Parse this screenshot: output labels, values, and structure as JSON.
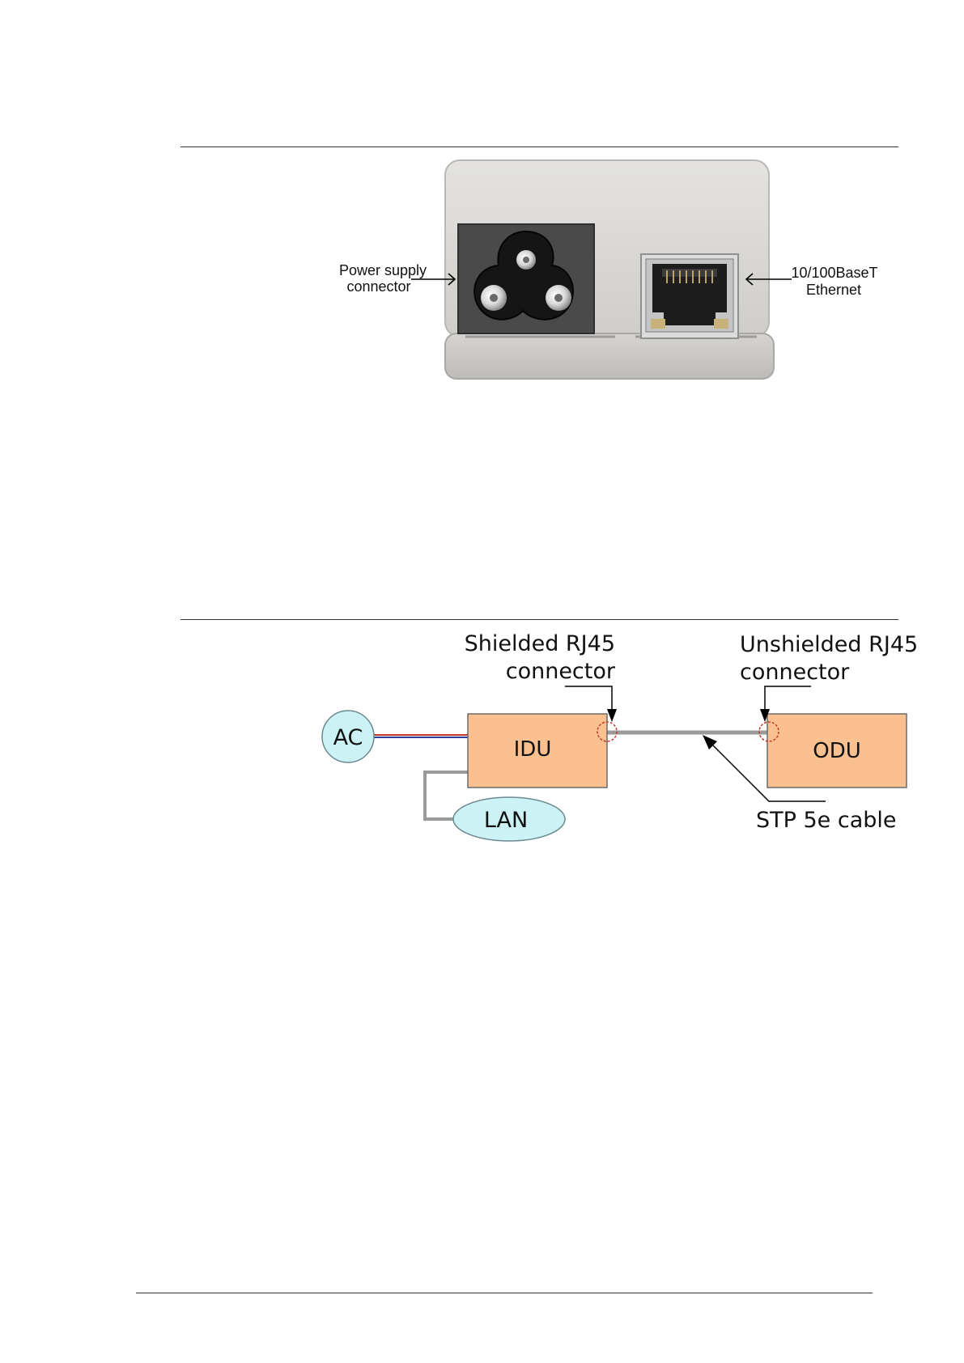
{
  "figure1": {
    "labels": {
      "power_line1": "Power supply",
      "power_line2": "connector",
      "ethernet_line1": "10/100BaseT",
      "ethernet_line2": "Ethernet"
    }
  },
  "figure2": {
    "labels": {
      "shielded_line1": "Shielded RJ45",
      "shielded_line2": "connector",
      "unshielded_line1": "Unshielded RJ45",
      "unshielded_line2": "connector",
      "ac": "AC",
      "idu": "IDU",
      "odu": "ODU",
      "lan": "LAN",
      "cable": "STP 5e cable"
    },
    "colors": {
      "unit_fill": "#fac090",
      "bubble_fill": "#ccf2f6",
      "cable": "#9a9a9a",
      "power_wire": "#5a1e8c",
      "connector_ring": "#c0392b"
    }
  }
}
